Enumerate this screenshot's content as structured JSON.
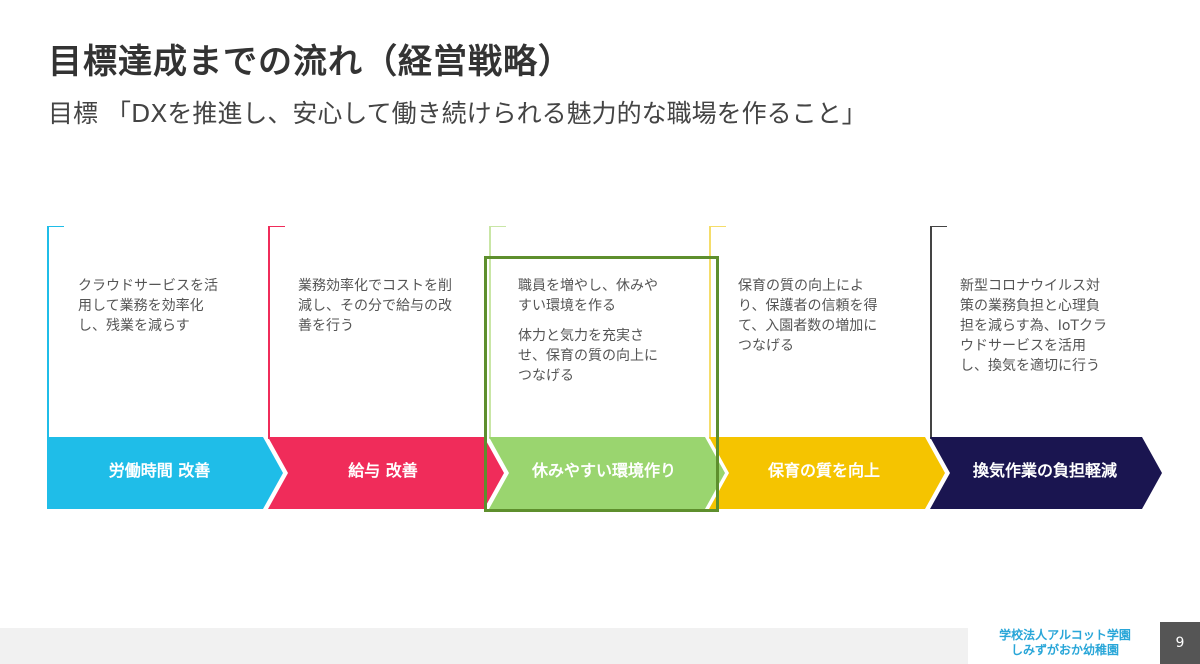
{
  "header": {
    "title": "目標達成までの流れ（経営戦略）",
    "subtitle": "目標 「DXを推進し、安心して働き続けられる魅力的な職場を作ること」"
  },
  "steps": [
    {
      "label": "労働時間 改善",
      "color": "#1fbde8",
      "description": [
        "クラウドサービスを活用して業務を効率化し、残業を減らす"
      ]
    },
    {
      "label": "給与 改善",
      "color": "#f02c5a",
      "description": [
        "業務効率化でコストを削減し、その分で給与の改善を行う"
      ]
    },
    {
      "label": "休みやすい環境作り",
      "color": "#9ad56f",
      "description": [
        "職員を増やし、休みやすい環境を作る",
        "体力と気力を充実させ、保育の質の向上につなげる"
      ]
    },
    {
      "label": "保育の質を向上",
      "color": "#f5c400",
      "description": [
        "保育の質の向上により、保護者の信頼を得て、入園者数の増加につなげる"
      ]
    },
    {
      "label": "換気作業の負担軽減",
      "color": "#1a1550",
      "description": [
        "新型コロナウイルス対策の業務負担と心理負担を減らす為、IoTクラウドサービスを活用し、換気を適切に行う"
      ]
    }
  ],
  "highlight_color": "#5e8f2d",
  "footer": {
    "logo_line1": "学校法人アルコット学園",
    "logo_line2": "しみずがおか幼稚園",
    "page_number": "9"
  }
}
